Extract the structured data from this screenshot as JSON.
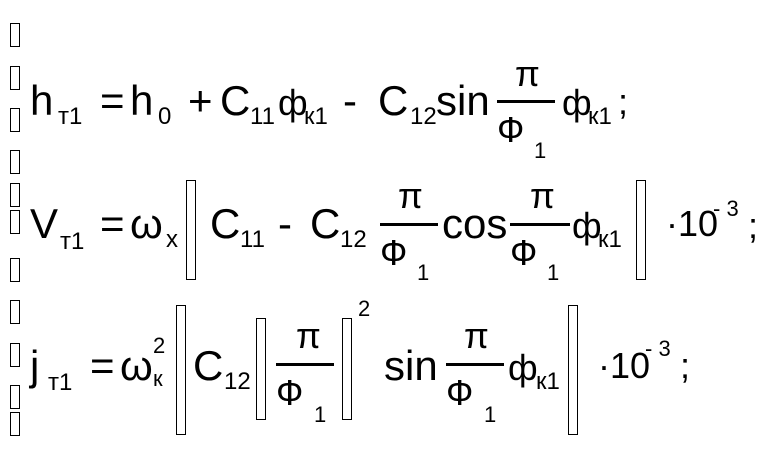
{
  "brace": "▯",
  "eq1": {
    "h": "h",
    "sub_t1": "т1",
    "eq": "=",
    "h0": "h",
    "sub0": "0",
    "plus": "+",
    "C": "C",
    "sub11": "11",
    "phi": "ф",
    "sub_k1": "к1",
    "minus": "-",
    "sub12": "12",
    "sin": "sin",
    "pi": "π",
    "Phi": "Ф",
    "sub1": "1",
    "end": ";"
  },
  "eq2": {
    "V": "V",
    "sub_t1": "т1",
    "eq": "=",
    "omega": "ω",
    "sub_x": "x",
    "C": "C",
    "sub11": "11",
    "minus": "-",
    "sub12": "12",
    "pi": "π",
    "Phi": "Ф",
    "sub1": "1",
    "cos": "cos",
    "phi": "ф",
    "sub_k1": "к1",
    "mult": "·10",
    "exp": "- 3",
    "end": ";"
  },
  "eq3": {
    "j": "j",
    "sub_t1": "т1",
    "eq": "=",
    "omega": "ω",
    "sup2": "2",
    "sub_k": "к",
    "C": "C",
    "sub12": "12",
    "pi": "π",
    "Phi": "Ф",
    "sub1": "1",
    "sin": "sin",
    "phi": "ф",
    "sub_k1": "к1",
    "mult": "·10",
    "exp": "- 3",
    "end": ";"
  }
}
